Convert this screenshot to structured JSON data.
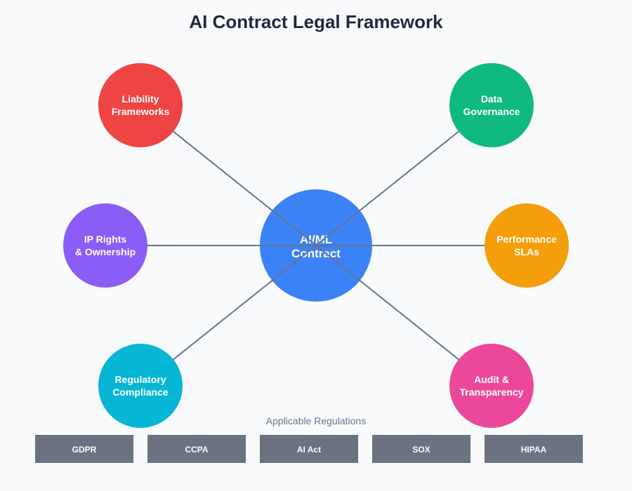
{
  "title": "AI Contract Legal Framework",
  "center": {
    "lines": [
      "AI/ML",
      "Contract"
    ],
    "color": "#3b82f6"
  },
  "line_color": "#64748b",
  "nodes": [
    {
      "lines": [
        "Liability",
        "Frameworks"
      ],
      "color": "#ef4444"
    },
    {
      "lines": [
        "Data",
        "Governance"
      ],
      "color": "#10b981"
    },
    {
      "lines": [
        "IP Rights",
        "& Ownership"
      ],
      "color": "#8b5cf6"
    },
    {
      "lines": [
        "Performance",
        "SLAs"
      ],
      "color": "#f59e0b"
    },
    {
      "lines": [
        "Regulatory",
        "Compliance"
      ],
      "color": "#06b6d4"
    },
    {
      "lines": [
        "Audit &",
        "Transparency"
      ],
      "color": "#ec4899"
    }
  ],
  "regulations": {
    "heading": "Applicable Regulations",
    "items": [
      "GDPR",
      "CCPA",
      "AI Act",
      "SOX",
      "HIPAA"
    ],
    "color": "#6b7280"
  }
}
